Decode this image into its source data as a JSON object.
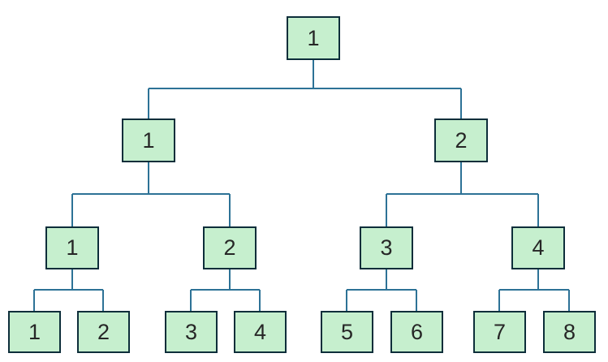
{
  "diagram": {
    "type": "tree",
    "levels": 4,
    "colors": {
      "node_fill": "#c6efce",
      "node_border": "#0d2e3a",
      "connector": "#2d7296",
      "label_text": "#262626",
      "background": "#ffffff"
    },
    "nodes": [
      {
        "id": "root",
        "label": "1",
        "level": 0
      },
      {
        "id": "l1-1",
        "label": "1",
        "level": 1
      },
      {
        "id": "l1-2",
        "label": "2",
        "level": 1
      },
      {
        "id": "l2-1",
        "label": "1",
        "level": 2
      },
      {
        "id": "l2-2",
        "label": "2",
        "level": 2
      },
      {
        "id": "l2-3",
        "label": "3",
        "level": 2
      },
      {
        "id": "l2-4",
        "label": "4",
        "level": 2
      },
      {
        "id": "l3-1",
        "label": "1",
        "level": 3
      },
      {
        "id": "l3-2",
        "label": "2",
        "level": 3
      },
      {
        "id": "l3-3",
        "label": "3",
        "level": 3
      },
      {
        "id": "l3-4",
        "label": "4",
        "level": 3
      },
      {
        "id": "l3-5",
        "label": "5",
        "level": 3
      },
      {
        "id": "l3-6",
        "label": "6",
        "level": 3
      },
      {
        "id": "l3-7",
        "label": "7",
        "level": 3
      },
      {
        "id": "l3-8",
        "label": "8",
        "level": 3
      }
    ],
    "edges": [
      [
        "root",
        "l1-1"
      ],
      [
        "root",
        "l1-2"
      ],
      [
        "l1-1",
        "l2-1"
      ],
      [
        "l1-1",
        "l2-2"
      ],
      [
        "l1-2",
        "l2-3"
      ],
      [
        "l1-2",
        "l2-4"
      ],
      [
        "l2-1",
        "l3-1"
      ],
      [
        "l2-1",
        "l3-2"
      ],
      [
        "l2-2",
        "l3-3"
      ],
      [
        "l2-2",
        "l3-4"
      ],
      [
        "l2-3",
        "l3-5"
      ],
      [
        "l2-3",
        "l3-6"
      ],
      [
        "l2-4",
        "l3-7"
      ],
      [
        "l2-4",
        "l3-8"
      ]
    ]
  }
}
